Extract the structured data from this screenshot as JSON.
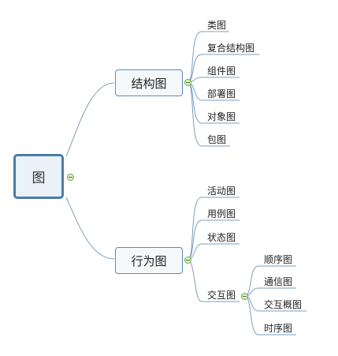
{
  "root": {
    "label": "图"
  },
  "branches": [
    {
      "label": "结构图",
      "children": [
        "类图",
        "复合结构图",
        "组件图",
        "部署图",
        "对象图",
        "包图"
      ]
    },
    {
      "label": "行为图",
      "children": [
        "活动图",
        "用例图",
        "状态图",
        "交互图"
      ],
      "sub": {
        "label": "交互图",
        "children": [
          "顺序图",
          "通信图",
          "交互概图",
          "时序图"
        ]
      }
    }
  ],
  "colors": {
    "line": "#7a9fbf",
    "root_border": "#4a7ca4",
    "toggle": "#6aa84f"
  }
}
